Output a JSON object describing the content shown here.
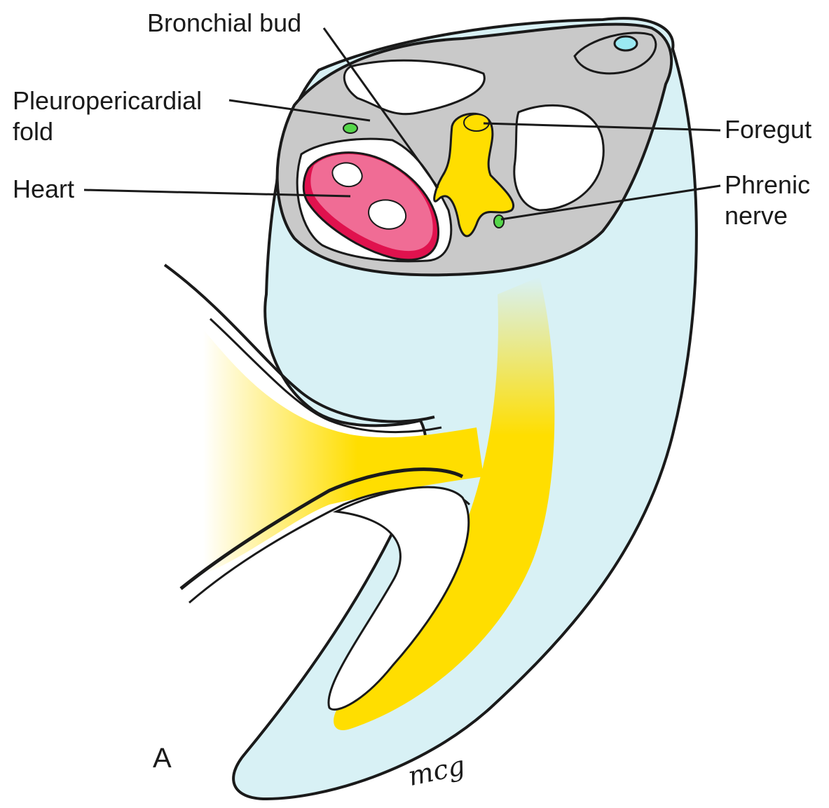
{
  "labels": {
    "bronchial_bud": "Bronchial bud",
    "pleuropericardial_fold_line1": "Pleuropericardial",
    "pleuropericardial_fold_line2": "fold",
    "heart": "Heart",
    "foregut": "Foregut",
    "phrenic_nerve_line1": "Phrenic",
    "phrenic_nerve_line2": "nerve"
  },
  "panel_letter": "A",
  "signature": "mcg",
  "colors": {
    "outline": "#1a1a1a",
    "body_wall": "#d8f1f5",
    "mesoderm_gray": "#c9c9c9",
    "yellow": "#ffde00",
    "heart_pink": "#f06c95",
    "heart_dark": "#e0124e",
    "nerve_green": "#55d64a",
    "aorta_cyan": "#9be9f2"
  }
}
